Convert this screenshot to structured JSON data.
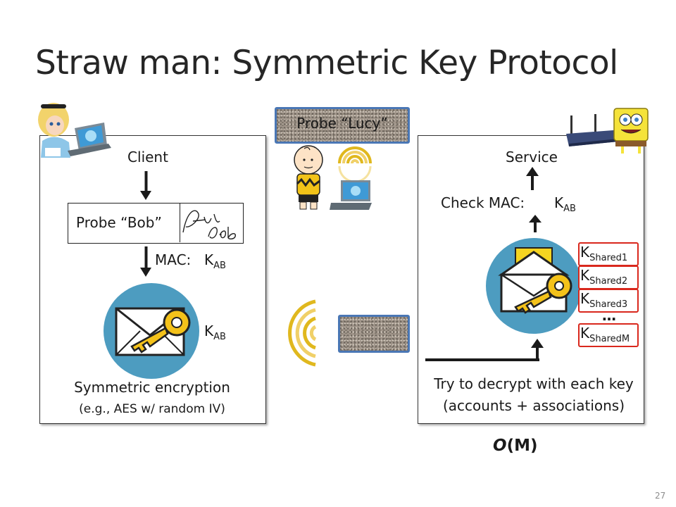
{
  "title": "Straw man: Symmetric Key Protocol",
  "client": {
    "label": "Client",
    "probe_text": "Probe “Bob”",
    "mac_label": "MAC:",
    "key_k": "K",
    "key_sub": "AB",
    "caption_line1": "Symmetric encryption",
    "caption_line2": "(e.g., AES w/ random IV)"
  },
  "attacker": {
    "probe_text": "Probe “Lucy”"
  },
  "service": {
    "label": "Service",
    "check_mac_label": "Check MAC:",
    "key_k": "K",
    "key_sub": "AB",
    "shared_keys": [
      {
        "k": "K",
        "sub": "Shared1"
      },
      {
        "k": "K",
        "sub": "Shared2"
      },
      {
        "k": "K",
        "sub": "Shared3"
      },
      {
        "k": "K",
        "sub": "SharedM"
      }
    ],
    "ellipsis": "…",
    "caption_line1": "Try to decrypt with each key",
    "caption_line2": "(accounts + associations)"
  },
  "complexity": {
    "o": "O",
    "rest": "(M)"
  },
  "page_number": "27",
  "colors": {
    "key_box_border": "#d9281d",
    "noise_border": "#4a77b5",
    "circle": "#4d9cc0",
    "signal": "#e0b81e"
  }
}
